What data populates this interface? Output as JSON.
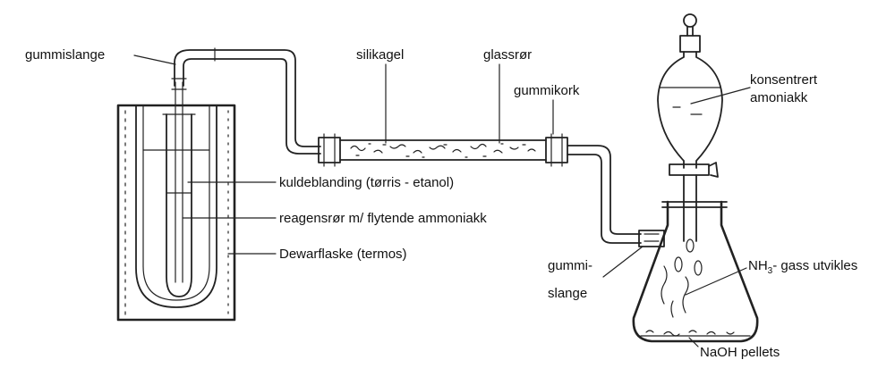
{
  "labels": {
    "gummislange_top": "gummislange",
    "silikagel": "silikagel",
    "glassror": "glassrør",
    "gummikork": "gummikork",
    "konsentrert_line1": "konsentrert",
    "konsentrert_line2": "amoniakk",
    "kuldeblanding": "kuldeblanding (tørris - etanol)",
    "reagensror": "reagensrør m/ flytende ammoniakk",
    "dewarflaske": "Dewarflaske (termos)",
    "gummi_line1": "gummi-",
    "gummi_line2": "slange",
    "nh3_prefix": "NH",
    "nh3_sub": "3",
    "nh3_suffix": "- gass utvikles",
    "naoh": "NaOH pellets"
  }
}
